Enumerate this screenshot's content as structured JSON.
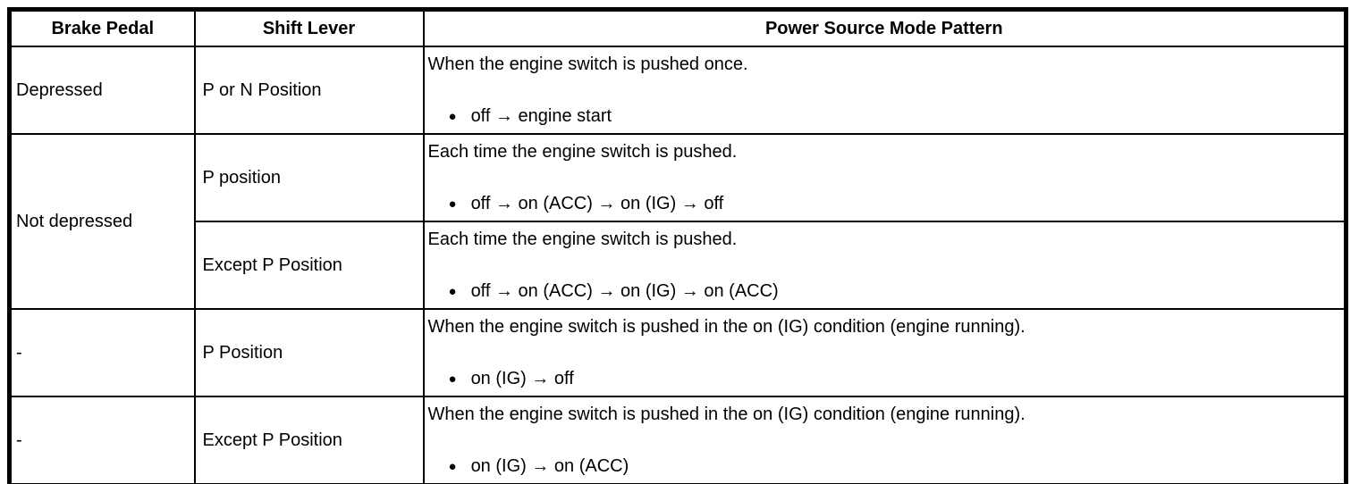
{
  "table": {
    "columns": {
      "brake_pedal": "Brake Pedal",
      "shift_lever": "Shift Lever",
      "pattern": "Power Source Mode Pattern"
    },
    "bullet_glyph": "●",
    "rows": [
      {
        "brake_pedal": "Depressed",
        "shift_lever": "P or N Position",
        "description": "When the engine switch is pushed once.",
        "sequence": "off → engine start"
      },
      {
        "brake_pedal": "Not depressed",
        "shift_lever": "P position",
        "description": "Each time the engine switch is pushed.",
        "sequence": "off → on (ACC) → on (IG) → off"
      },
      {
        "shift_lever": "Except P Position",
        "description": "Each time the engine switch is pushed.",
        "sequence": "off → on (ACC) → on (IG) → on (ACC)"
      },
      {
        "brake_pedal": "-",
        "shift_lever": "P Position",
        "description": "When the engine switch is pushed in the on (IG) condition (engine running).",
        "sequence": "on (IG) → off"
      },
      {
        "brake_pedal": "-",
        "shift_lever": "Except P Position",
        "description": "When the engine switch is pushed in the on (IG) condition (engine running).",
        "sequence": "on (IG) → on (ACC)"
      }
    ]
  }
}
